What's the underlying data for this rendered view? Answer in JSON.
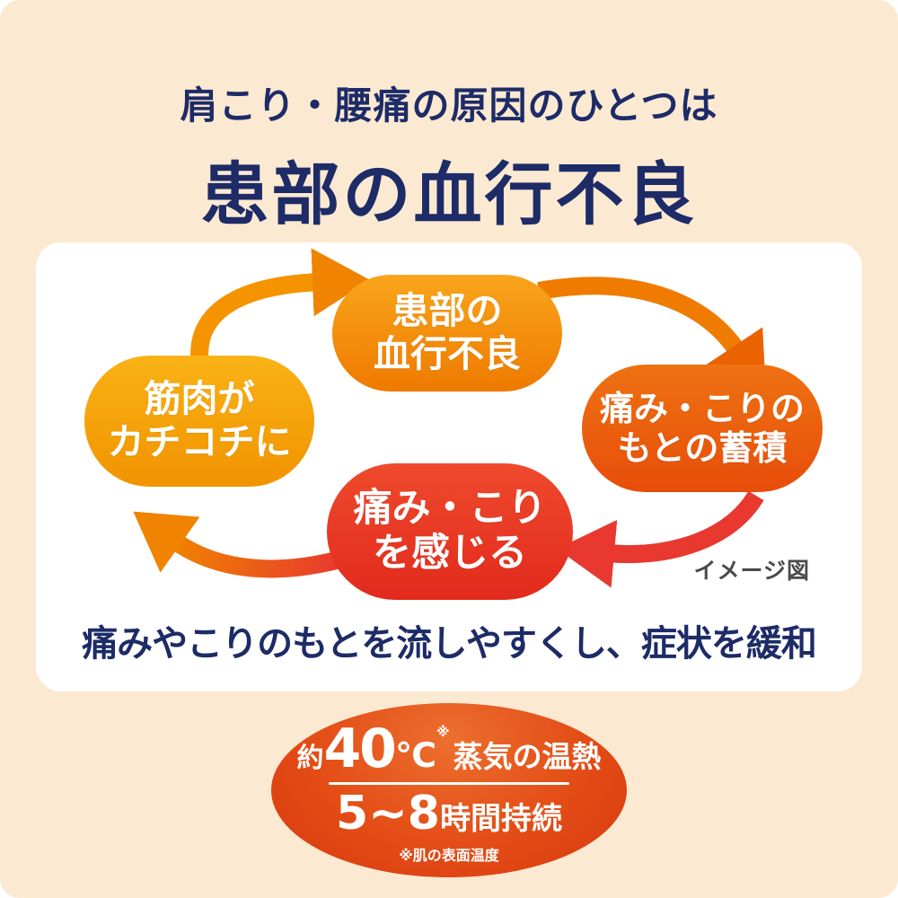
{
  "header": {
    "line1": "肩こり・腰痛の原因のひとつは",
    "line2": "患部の血行不良"
  },
  "diagram": {
    "caption": "イメージ図",
    "summary": "痛みやこりのもとを流しやすくし、症状を緩和",
    "nodes": [
      {
        "id": "poor-circulation",
        "lines": [
          "患部の",
          "血行不良"
        ]
      },
      {
        "id": "pain-source-accumulation",
        "lines": [
          "痛み・こりの",
          "もとの蓄積"
        ]
      },
      {
        "id": "feel-pain",
        "lines": [
          "痛み・こり",
          "を感じる"
        ]
      },
      {
        "id": "stiff-muscles",
        "lines": [
          "筋肉が",
          "カチコチに"
        ]
      }
    ]
  },
  "badge": {
    "temp_prefix": "約",
    "temp_value": "40",
    "temp_unit": "℃",
    "temp_note_mark": "※",
    "temp_label": "蒸気の温熱",
    "duration_value": "5~8",
    "duration_label": "時間持続",
    "footnote": "※肌の表面温度"
  },
  "colors": {
    "background": "#fbe9d2",
    "heading_navy": "#1d2b67",
    "panel_white": "#ffffff",
    "node_orange": "#ee7a00",
    "node_deep_orange": "#e74d0a",
    "node_red": "#e22a1c",
    "node_yellow_orange": "#f19300",
    "arrow_orange": "#f08300",
    "arrow_red": "#e8382f",
    "badge_red": "#d8380f"
  }
}
